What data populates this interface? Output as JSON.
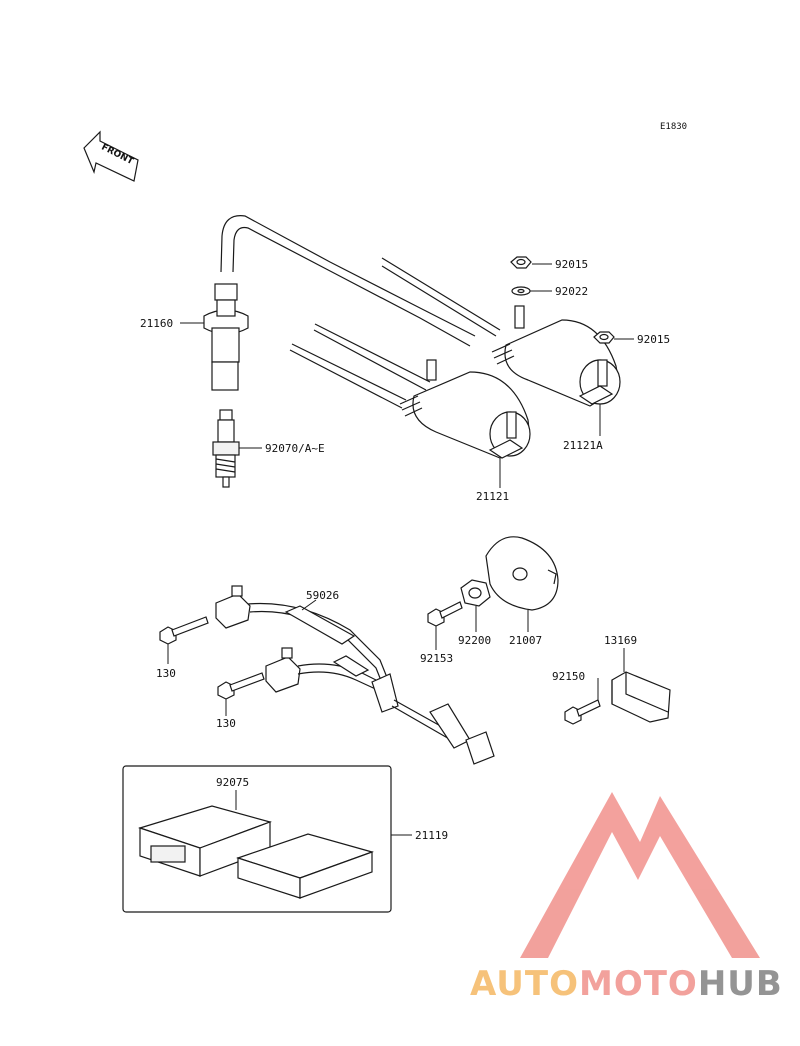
{
  "diagram": {
    "code": "E1830",
    "front_label": "FRONT",
    "parts": {
      "p92015a": "92015",
      "p92022": "92022",
      "p92015b": "92015",
      "p21160": "21160",
      "p92070": "92070/A~E",
      "p21121a": "21121A",
      "p21121": "21121",
      "p59026": "59026",
      "p130a": "130",
      "p130b": "130",
      "p92153": "92153",
      "p92200": "92200",
      "p21007": "21007",
      "p13169": "13169",
      "p92150": "92150",
      "p92075": "92075",
      "p21119": "21119"
    }
  },
  "watermark": {
    "auto": "AUTO",
    "moto": "MOTO",
    "hub": "HUB",
    "colors": {
      "auto": "#f5b45a",
      "moto": "#f08a84",
      "hub": "#7a7a7a",
      "triangle": "#f08a84"
    }
  }
}
